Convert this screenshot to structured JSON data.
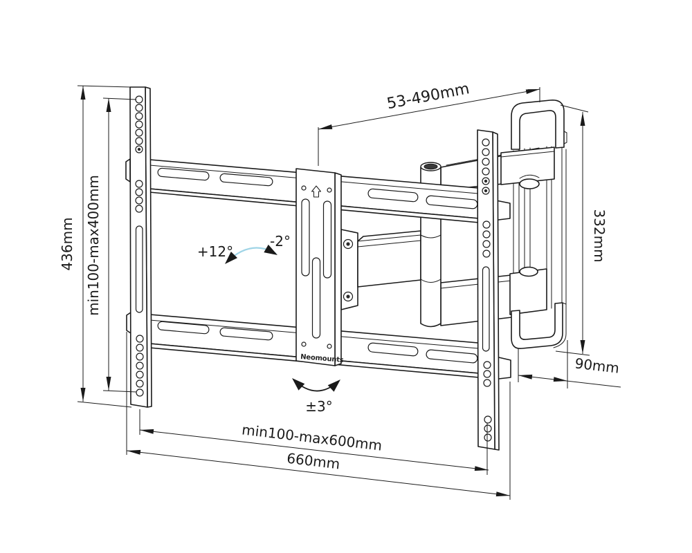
{
  "brand_label": "Neomounts",
  "dimensions": {
    "bracket_height": "436mm",
    "vesa_vertical": "min100-max400mm",
    "extension_range": "53-490mm",
    "wall_plate_height": "332mm",
    "wall_plate_depth": "90mm",
    "vesa_horizontal": "min100-max600mm",
    "bracket_width": "660mm"
  },
  "angles": {
    "swivel_positive": "+12°",
    "swivel_negative": "-2°",
    "level_adjustment": "±3°"
  },
  "colors": {
    "line": "#1a1a1a",
    "accent_arc": "#9fd4e6",
    "background": "#ffffff"
  }
}
